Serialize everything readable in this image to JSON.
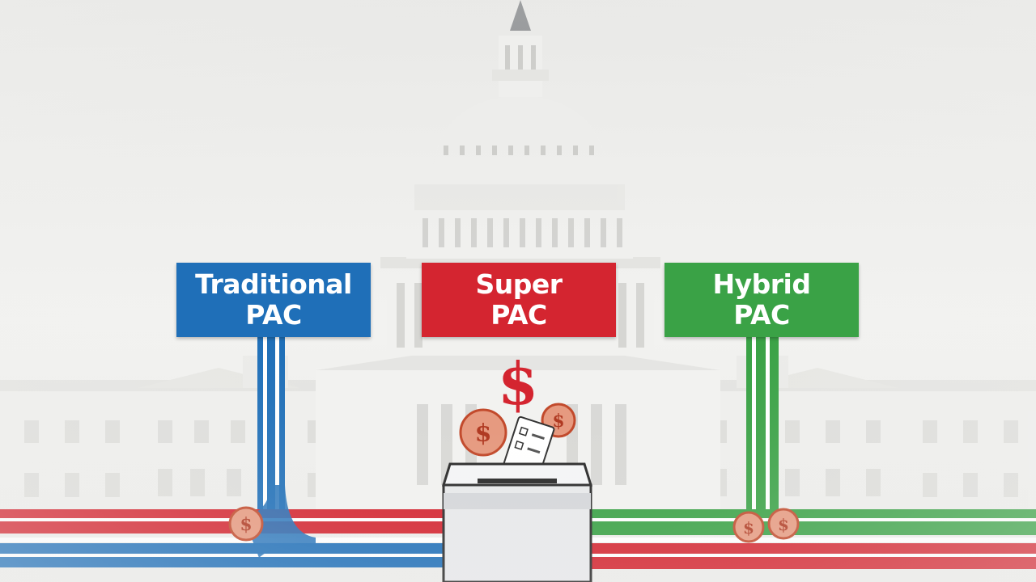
{
  "colors": {
    "traditional": "#1f6fb8",
    "super": "#d42530",
    "hybrid": "#3aa246",
    "building": "#f4f4f2",
    "building_shadow": "#d9d9d6"
  },
  "signs": [
    {
      "id": "traditional",
      "line1": "Traditional",
      "line2": "PAC",
      "color": "#1f6fb8"
    },
    {
      "id": "super",
      "line1": "Super",
      "line2": "PAC",
      "color": "#d42530"
    },
    {
      "id": "hybrid",
      "line1": "Hybrid",
      "line2": "PAC",
      "color": "#3aa246"
    }
  ],
  "icons": [
    "capitol-dome-icon",
    "dollar-sign-icon",
    "coin-icon",
    "ballot-box-icon",
    "ballot-paper-icon"
  ]
}
